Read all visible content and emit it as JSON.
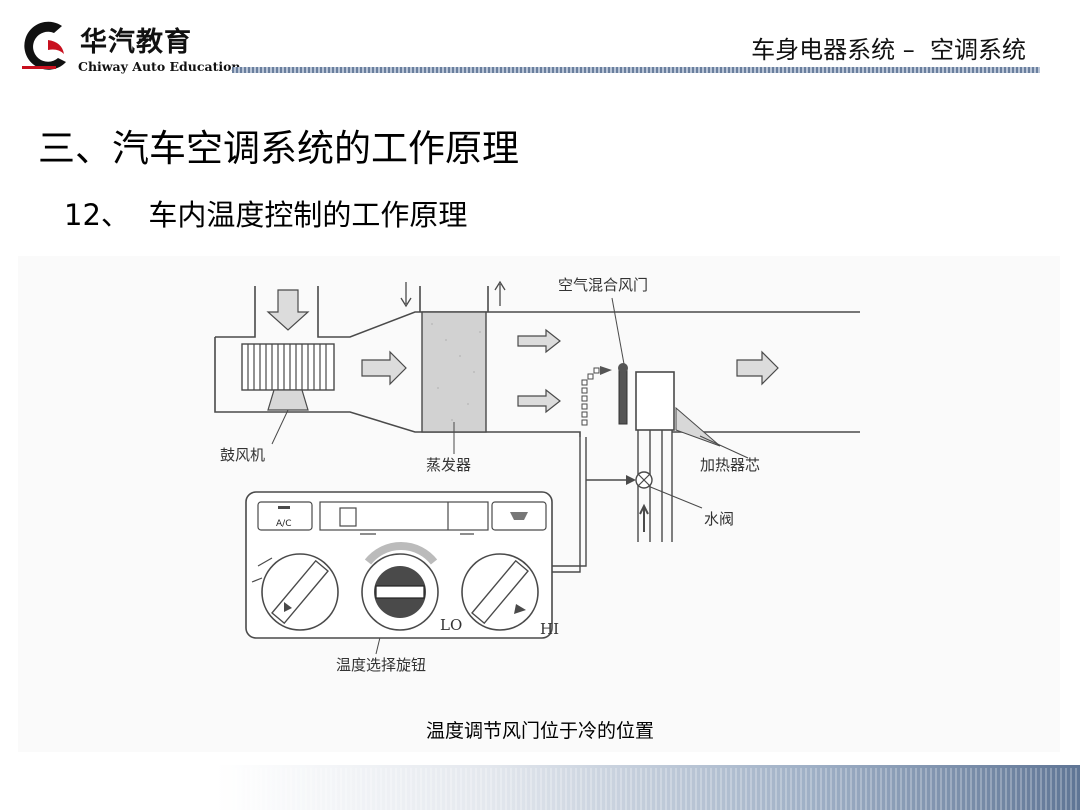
{
  "header": {
    "logo_cn": "华汽教育",
    "logo_en": "Chiway Auto Education",
    "title": "车身电器系统 –  空调系统"
  },
  "slide": {
    "title": "三、汽车空调系统的工作原理",
    "subtitle": "12、  车内温度控制的工作原理"
  },
  "diagram": {
    "labels": {
      "air_mix_door": "空气混合风门",
      "blower": "鼓风机",
      "evaporator": "蒸发器",
      "heater_core": "加热器芯",
      "water_valve": "水阀",
      "temp_knob": "温度选择旋钮",
      "ac_button": "A/C",
      "lo": "LO",
      "hi": "HI"
    }
  },
  "caption": "温度调节风门位于冷的位置",
  "colors": {
    "line": "#4a4a4a",
    "arrow_fill": "#dcdcdc",
    "header_rule": "#6a7f9e",
    "logo_red": "#c8101e"
  }
}
